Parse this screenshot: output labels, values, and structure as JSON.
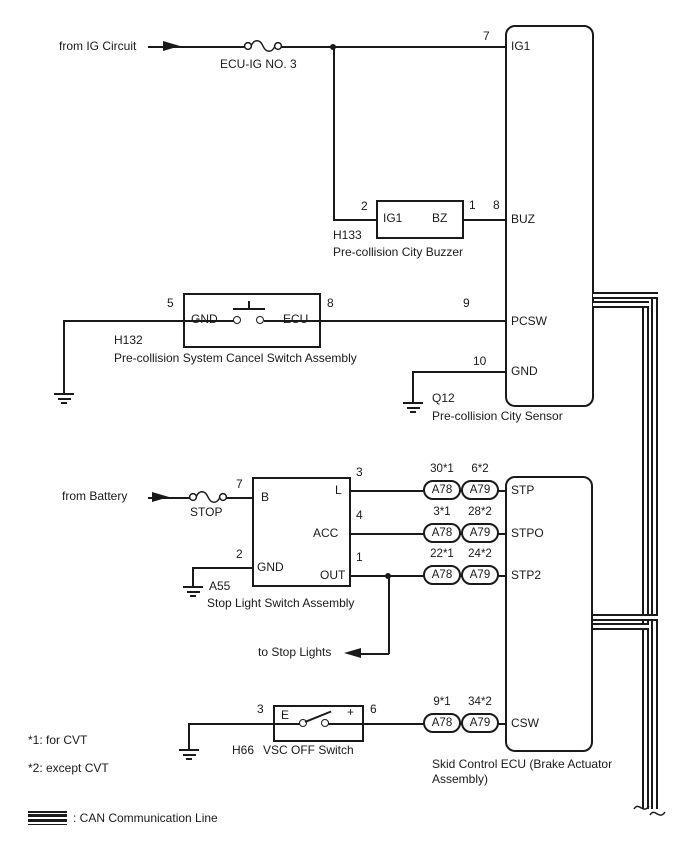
{
  "colors": {
    "line": "#1a1a1a",
    "background": "#ffffff"
  },
  "sources": {
    "ig_label": "from IG Circuit",
    "ig_fuse": "ECU-IG NO. 3",
    "battery_label": "from Battery",
    "battery_fuse": "STOP",
    "stop_lights_label": "to Stop Lights"
  },
  "sensor": {
    "code": "Q12",
    "name": "Pre-collision City Sensor",
    "pin_ig1": {
      "num": "7",
      "label": "IG1"
    },
    "pin_buz": {
      "num": "8",
      "label": "BUZ"
    },
    "pin_pcsw": {
      "num": "9",
      "label": "PCSW"
    },
    "pin_gnd": {
      "num": "10",
      "label": "GND"
    }
  },
  "buzzer": {
    "code": "H133",
    "name": "Pre-collision City Buzzer",
    "pin_left": {
      "num": "2",
      "label": "IG1"
    },
    "pin_right": {
      "num": "1",
      "label": "BZ"
    }
  },
  "cancel_switch": {
    "code": "H132",
    "name": "Pre-collision System Cancel Switch Assembly",
    "pin_left": {
      "num": "5",
      "label": "GND"
    },
    "pin_right": {
      "num": "8",
      "label": "ECU"
    }
  },
  "stop_light_switch": {
    "code": "A55",
    "name": "Stop Light Switch Assembly",
    "pin_b": {
      "num": "7",
      "label": "B"
    },
    "pin_gnd": {
      "num": "2",
      "label": "GND"
    },
    "pin_l": {
      "num": "3",
      "label": "L"
    },
    "pin_acc": {
      "num": "4",
      "label": "ACC"
    },
    "pin_out": {
      "num": "1",
      "label": "OUT"
    }
  },
  "vsc_switch": {
    "code": "H66",
    "name": "VSC OFF Switch",
    "pin_left": {
      "num": "3",
      "label": "E"
    },
    "pin_right": {
      "num": "6",
      "label": "+"
    }
  },
  "skid_ecu": {
    "name_line1": "Skid Control ECU (Brake Actuator",
    "name_line2": "Assembly)",
    "rows": [
      {
        "a78_pin": "30*1",
        "a78": "A78",
        "a79_pin": "6*2",
        "a79": "A79",
        "label": "STP"
      },
      {
        "a78_pin": "3*1",
        "a78": "A78",
        "a79_pin": "28*2",
        "a79": "A79",
        "label": "STPO"
      },
      {
        "a78_pin": "22*1",
        "a78": "A78",
        "a79_pin": "24*2",
        "a79": "A79",
        "label": "STP2"
      },
      {
        "a78_pin": "9*1",
        "a78": "A78",
        "a79_pin": "34*2",
        "a79": "A79",
        "label": "CSW"
      }
    ]
  },
  "notes": {
    "note1": "*1: for CVT",
    "note2": "*2: except CVT"
  },
  "legend": {
    "can": ": CAN Communication Line"
  }
}
